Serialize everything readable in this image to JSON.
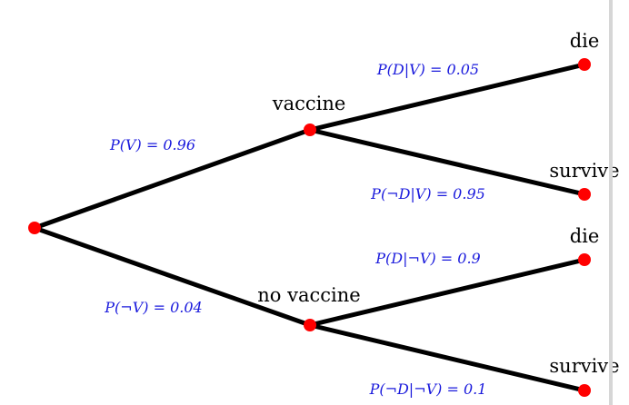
{
  "colors": {
    "edge": "#000000",
    "node": "#ff0000",
    "probability_text": "#1a1adc",
    "node_text": "#000000",
    "scrollbar": "#d6d6d6"
  },
  "tree": {
    "level1": {
      "vaccine": {
        "label": "vaccine",
        "probability": "P(V) = 0.96"
      },
      "no_vaccine": {
        "label": "no vaccine",
        "probability": "P(¬V) = 0.04"
      }
    },
    "level2": {
      "vaccine_die": {
        "label": "die",
        "probability": "P(D|V) = 0.05"
      },
      "vaccine_survive": {
        "label": "survive",
        "probability": "P(¬D|V) = 0.95"
      },
      "novaccine_die": {
        "label": "die",
        "probability": "P(D|¬V) = 0.9"
      },
      "novaccine_survive": {
        "label": "survive",
        "probability": "P(¬D|¬V) = 0.1"
      }
    }
  }
}
